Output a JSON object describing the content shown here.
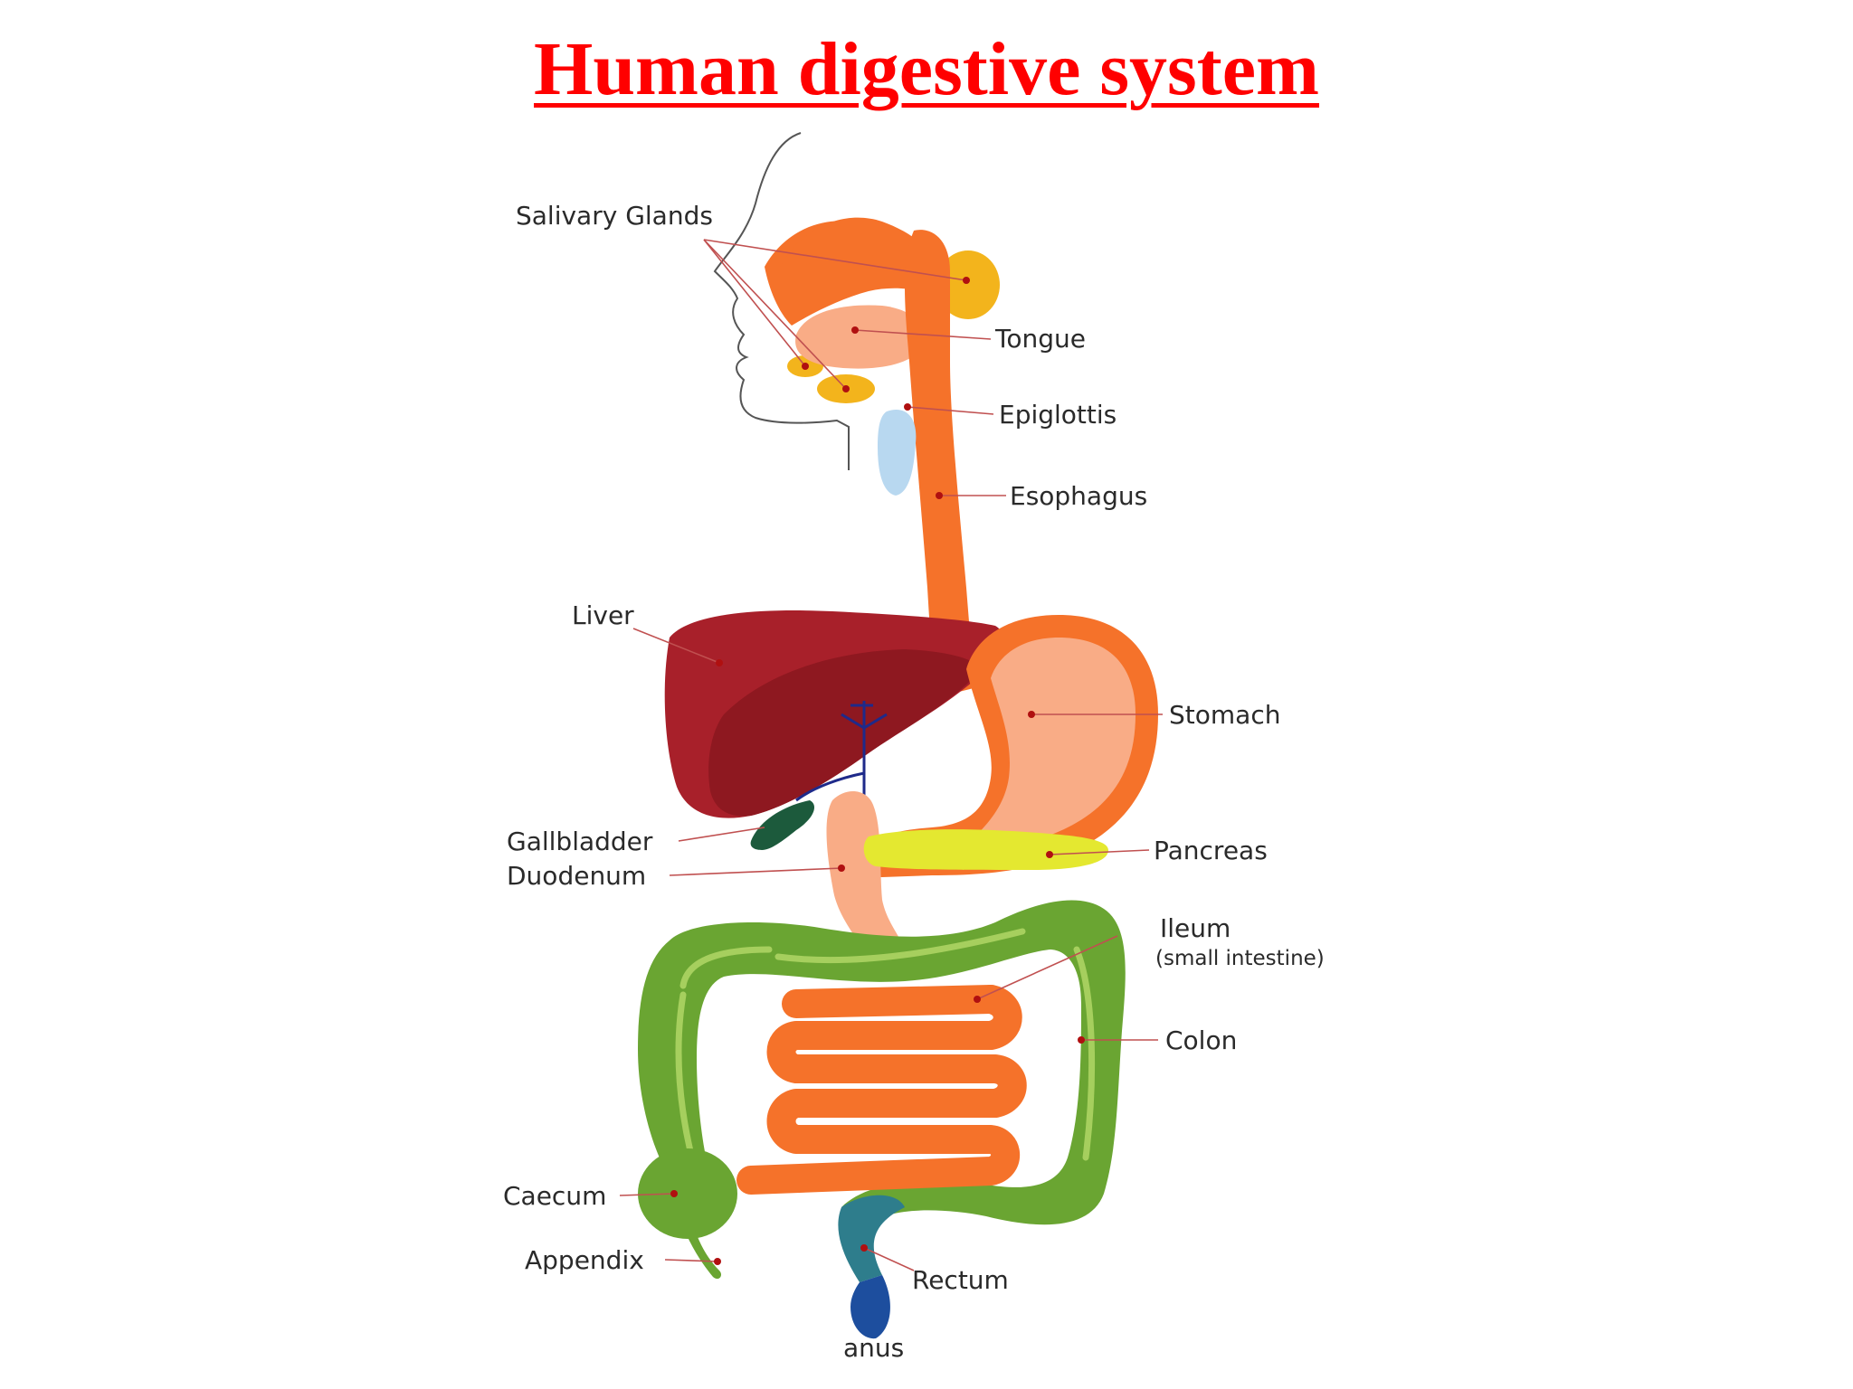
{
  "title": "Human digestive system",
  "colors": {
    "title": "#ff0000",
    "tract": "#f5722a",
    "tract_light": "#f9ac86",
    "liver": "#a8202a",
    "liver_dark": "#8e1820",
    "gland": "#f3b41c",
    "epiglottis": "#b8d8f0",
    "gallbladder": "#1c5a3c",
    "pancreas": "#e4e830",
    "colon": "#6aa532",
    "colon_light": "#a6cf5e",
    "rectum": "#2e7d8c",
    "anus": "#1d4e9e",
    "duct": "#1e2a8a"
  },
  "labels": {
    "salivary_glands": "Salivary Glands",
    "tongue": "Tongue",
    "epiglottis": "Epiglottis",
    "esophagus": "Esophagus",
    "liver": "Liver",
    "stomach": "Stomach",
    "gallbladder": "Gallbladder",
    "duodenum": "Duodenum",
    "pancreas": "Pancreas",
    "ileum": "Ileum",
    "ileum_note": "(small intestine)",
    "colon": "Colon",
    "caecum": "Caecum",
    "appendix": "Appendix",
    "rectum": "Rectum",
    "anus": "anus"
  }
}
